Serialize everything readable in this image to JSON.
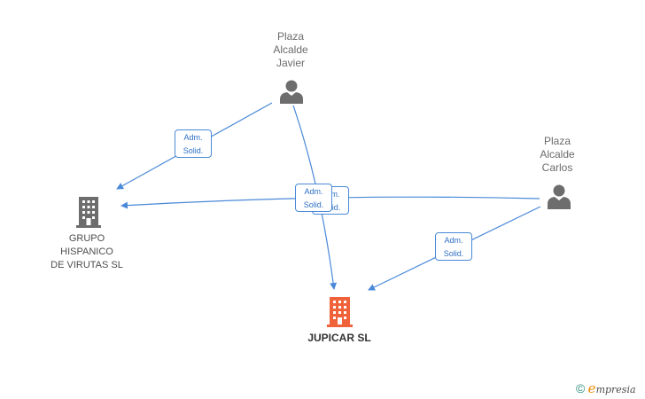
{
  "nodes": {
    "person_javier": {
      "lines": [
        "Plaza",
        "Alcalde",
        "Javier"
      ]
    },
    "person_carlos": {
      "lines": [
        "Plaza",
        "Alcalde",
        "Carlos"
      ]
    },
    "company_grupo": {
      "lines": [
        "GRUPO",
        "HISPANICO",
        "DE VIRUTAS SL"
      ]
    },
    "company_jupicar": {
      "label": "JUPICAR SL"
    }
  },
  "edges": {
    "badge_label_line1": "Adm.",
    "badge_label_line2": "Solid."
  },
  "colors": {
    "edge": "#4a89d8",
    "person_icon": "#6d6d6d",
    "company_icon": "#6d6d6d",
    "main_company_icon": "#f0623a"
  },
  "footer": {
    "copyright": "©",
    "brand_initial": "e",
    "brand_rest": "mpresia"
  }
}
